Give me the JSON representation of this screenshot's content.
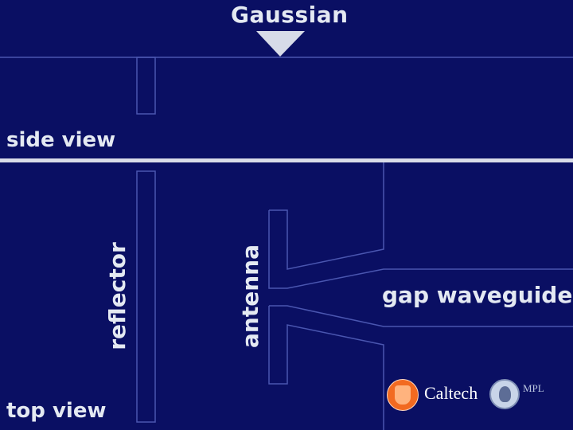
{
  "labels": {
    "gaussian": "Gaussian",
    "side_view": "side view",
    "top_view": "top view",
    "reflector": "reflector",
    "antenna": "antenna",
    "gap_waveguide": "gap waveguide"
  },
  "logos": {
    "caltech": "Caltech",
    "mpl": "MPL"
  },
  "colors": {
    "background": "#0a0f63",
    "outline": "#4a56b0",
    "divider": "#d9dce8",
    "label": "#e4e9f2",
    "caltech_seal": "#f26a21"
  },
  "icons": {
    "gaussian_beam": "triangle-down-icon"
  }
}
